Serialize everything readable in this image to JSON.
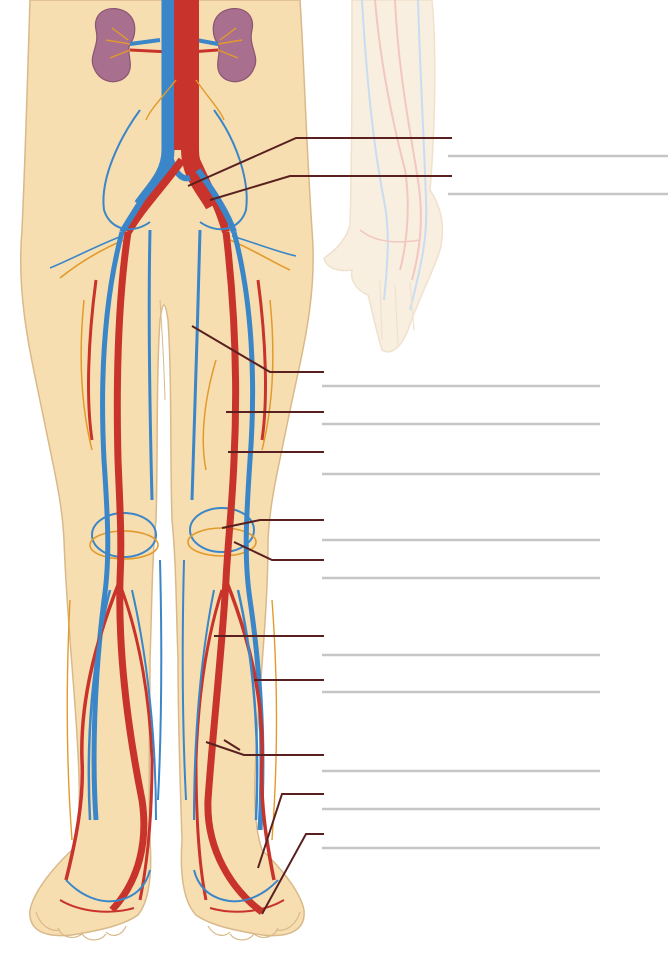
{
  "colors": {
    "skin": "#f7deb0",
    "skin_outline": "#d9b98a",
    "artery": "#c8342b",
    "vein": "#3a86c8",
    "nerve": "#e39a2c",
    "kidney": "#a06a8a",
    "pointer": "#5a2020",
    "answer_line": "#c6c6c6",
    "arm_faded": "#f5e3c7"
  },
  "labels": [
    {
      "id": "label-1",
      "text": ""
    },
    {
      "id": "label-2",
      "text": ""
    },
    {
      "id": "label-3",
      "text": ""
    },
    {
      "id": "label-4",
      "text": ""
    },
    {
      "id": "label-5",
      "text": ""
    },
    {
      "id": "label-6",
      "text": ""
    },
    {
      "id": "label-7",
      "text": ""
    },
    {
      "id": "label-8",
      "text": ""
    },
    {
      "id": "label-9",
      "text": ""
    },
    {
      "id": "label-10",
      "text": ""
    },
    {
      "id": "label-11",
      "text": ""
    },
    {
      "id": "label-12",
      "text": ""
    },
    {
      "id": "label-13",
      "text": ""
    }
  ]
}
